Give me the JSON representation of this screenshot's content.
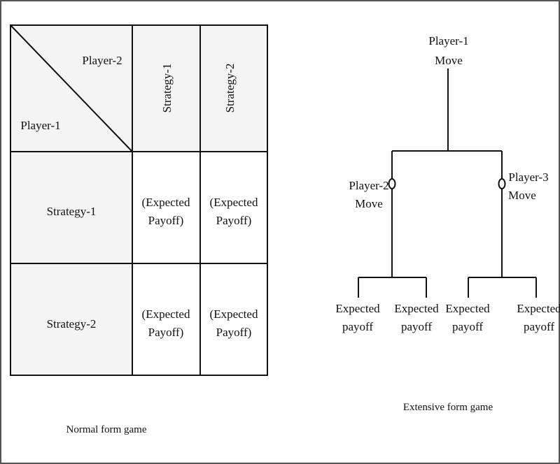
{
  "normal_form": {
    "player_col": "Player-2",
    "player_row": "Player-1",
    "col_headers": [
      "Strategy-1",
      "Strategy-2"
    ],
    "row_headers": [
      "Strategy-1",
      "Strategy-2"
    ],
    "cells": [
      [
        [
          "(Expected",
          "Payoff)"
        ],
        [
          "(Expected",
          "Payoff)"
        ]
      ],
      [
        [
          "(Expected",
          "Payoff)"
        ],
        [
          "(Expected",
          "Payoff)"
        ]
      ]
    ],
    "caption": "Normal form game",
    "header_fill": "#f4f4f4"
  },
  "extensive_form": {
    "root": [
      "Player-1",
      "Move"
    ],
    "left_node": [
      "Player-2",
      "Move"
    ],
    "right_node": [
      "Player-3",
      "Move"
    ],
    "leaves": [
      [
        "Expected",
        "payoff"
      ],
      [
        "Expected",
        "payoff"
      ],
      [
        "Expected",
        "payoff"
      ],
      [
        "Expected",
        "payoff"
      ]
    ],
    "caption": "Extensive form game"
  }
}
